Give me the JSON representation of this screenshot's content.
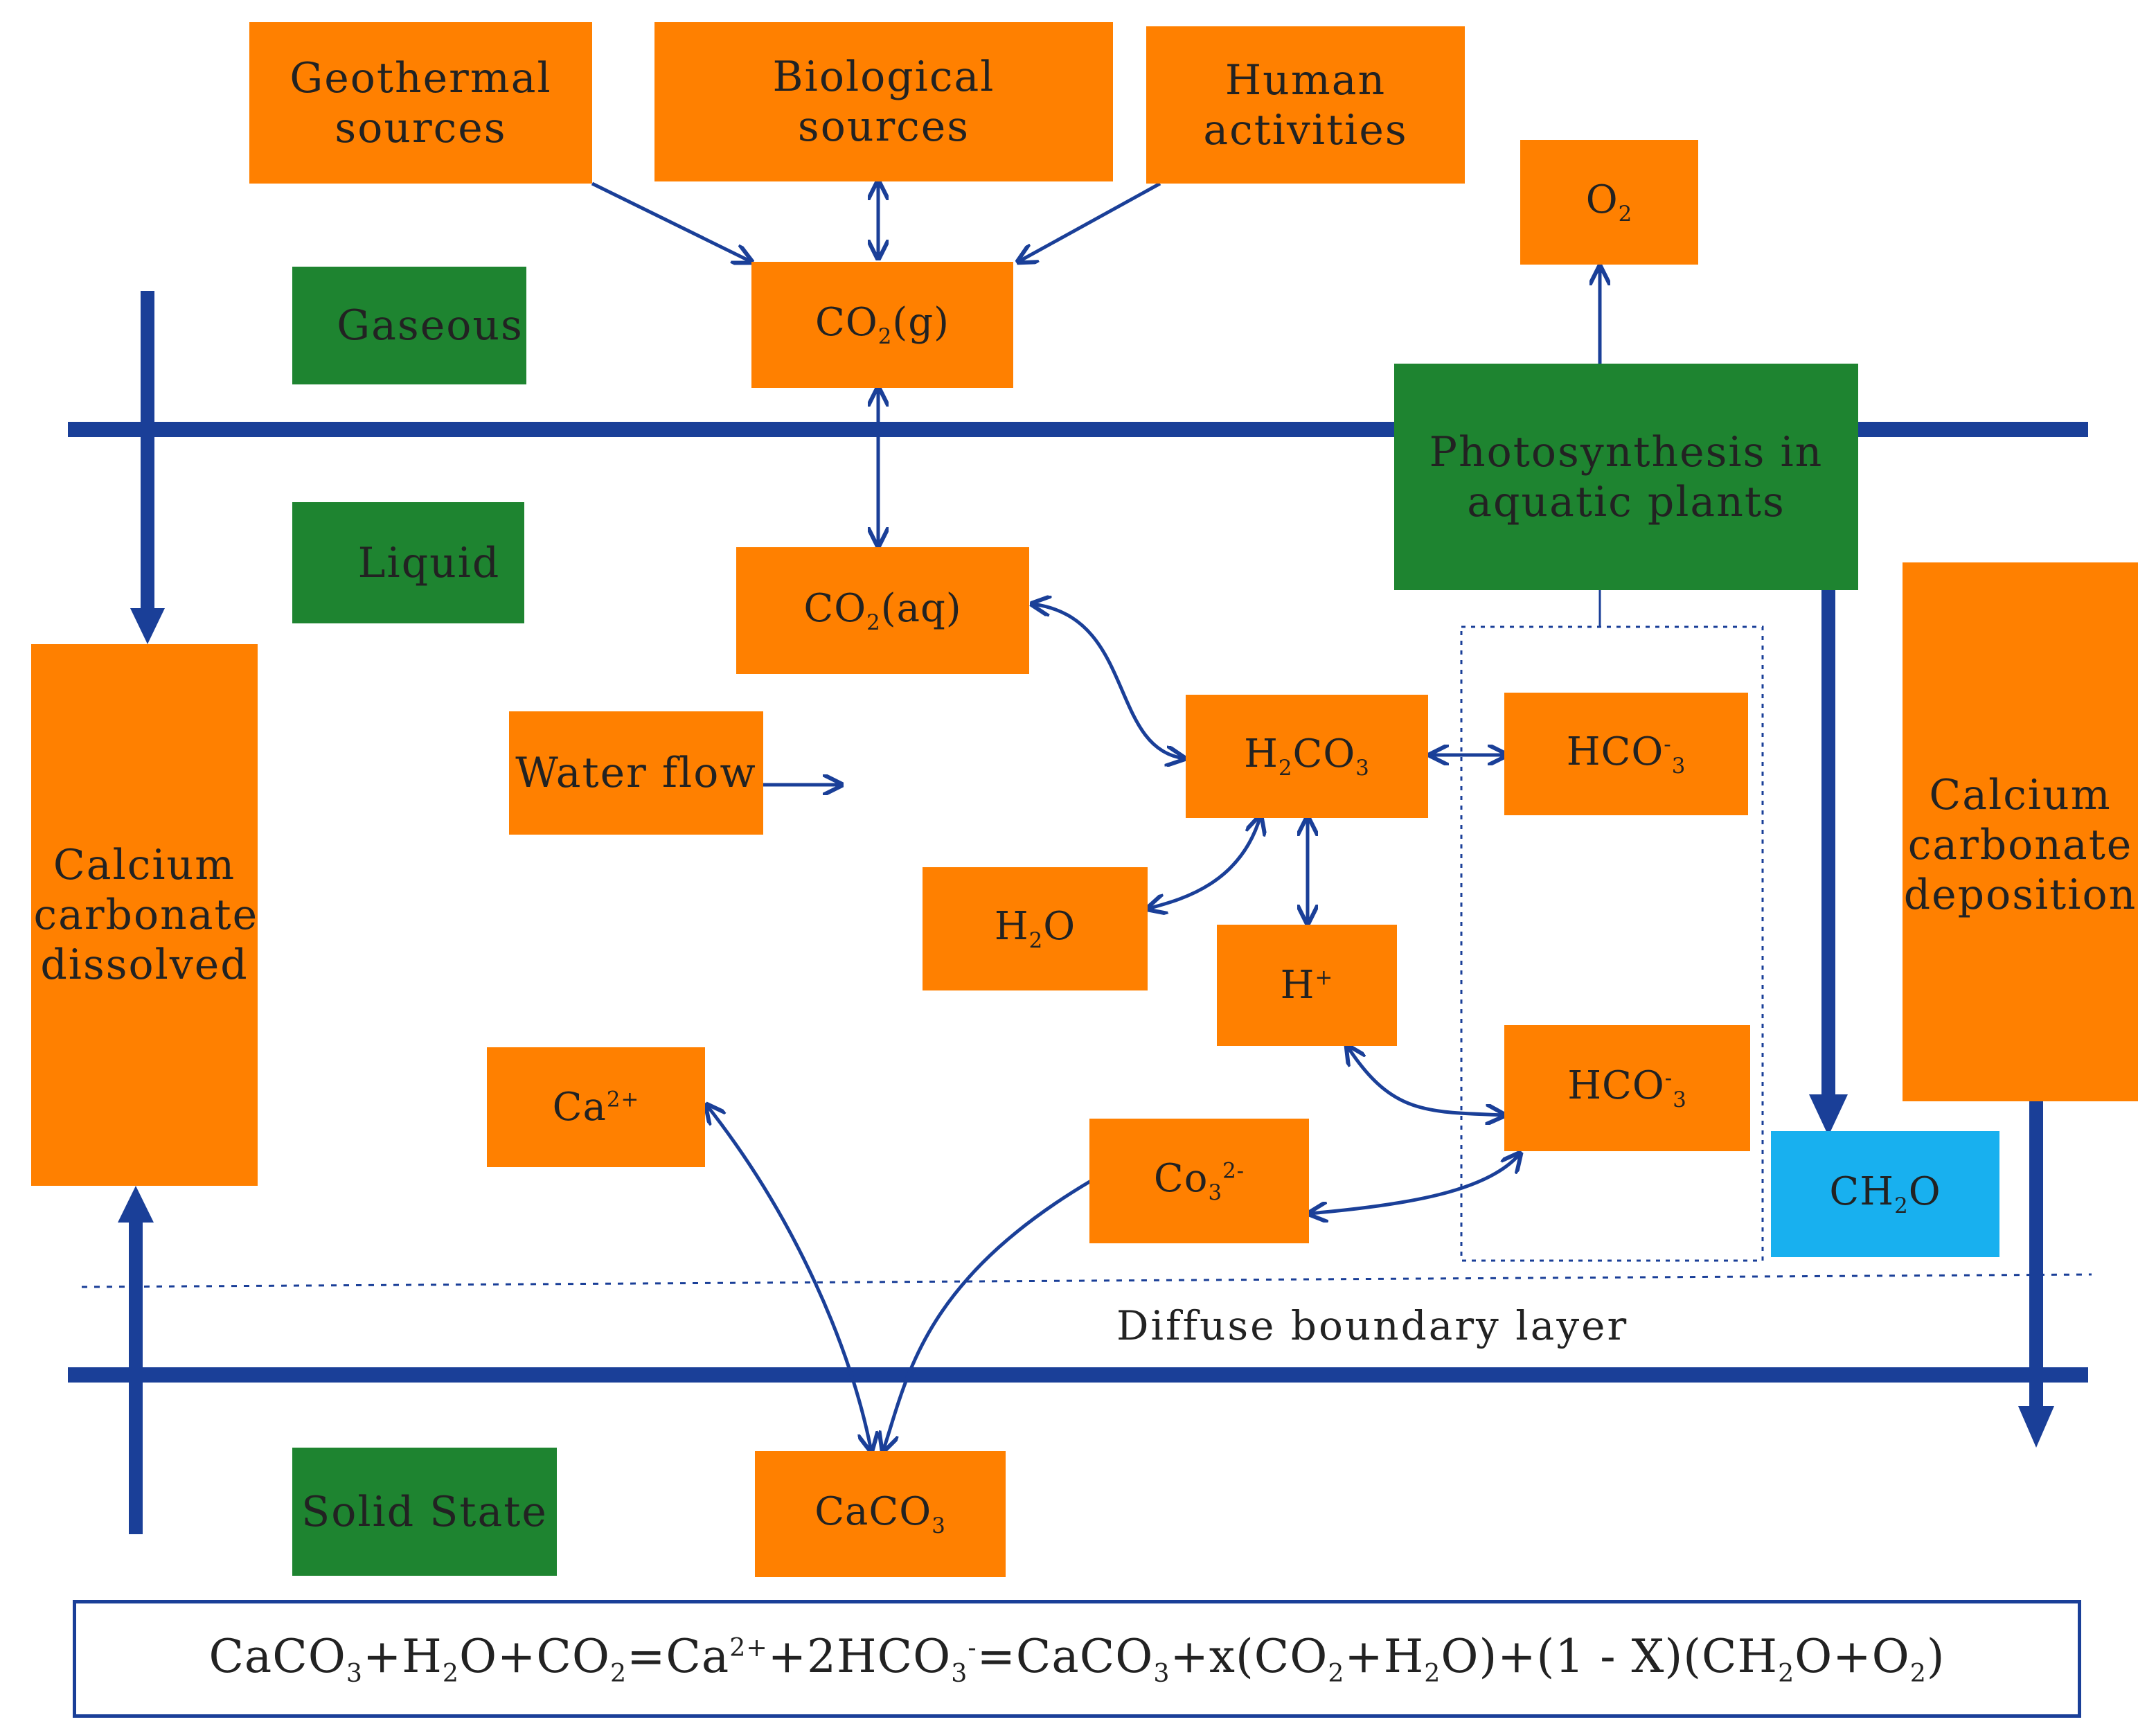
{
  "sources": {
    "geothermal": "Geothermal sources",
    "biological": "Biological sources",
    "human": "Human activities"
  },
  "phases": {
    "gaseous": "Gaseous",
    "liquid": "Liquid",
    "solid": "Solid State"
  },
  "species": {
    "o2": {
      "main": "O",
      "sub": "2"
    },
    "co2g": {
      "pre": "CO",
      "sub": "2",
      "post": "(g)"
    },
    "co2aq": {
      "pre": "CO",
      "sub": "2",
      "post": "(aq)"
    },
    "h2co3": {
      "a": "H",
      "sub1": "2",
      "b": "CO",
      "sub2": "3"
    },
    "hco3_upper": {
      "a": "HCO",
      "sup": "-",
      "sub": "3"
    },
    "hco3_lower": {
      "a": "HCO",
      "sup": "-",
      "sub": "3"
    },
    "h2o": {
      "a": "H",
      "sub": "2",
      "b": "O"
    },
    "hplus": {
      "a": "H",
      "sup": "+"
    },
    "ca": {
      "a": "Ca",
      "sup": "2+"
    },
    "co3": {
      "a": "Co",
      "sub": "3",
      "sup": "2-"
    },
    "caco3": {
      "a": "CaCO",
      "sub": "3"
    },
    "ch2o": {
      "a": "CH",
      "sub": "2",
      "b": "O"
    }
  },
  "processes": {
    "photosynthesis": "Photosynthesis in aquatic plants",
    "water_flow": "Water flow",
    "dissolved": "Calcium carbonate dissolved",
    "deposition": "Calcium carbonate deposition",
    "boundary": "Diffuse boundary layer"
  },
  "equation": {
    "p1": "CaCO",
    "s1": "3",
    "p2": "+H",
    "s2": "2",
    "p3": "O+CO",
    "s3": "2",
    "p4": "=Ca",
    "u4": "2+",
    "p5": "+2HCO",
    "s5": "3",
    "u5": "-",
    "p6": "=CaCO",
    "s6": "3",
    "p7": "+x(CO",
    "s7": "2",
    "p8": "+H",
    "s8": "2",
    "p9": "O)+(1 - X)(CH",
    "s9": "2",
    "p10": "O+O",
    "s10": "2",
    "p11": ")"
  },
  "colors": {
    "box_orange": "#ff8000",
    "phase_green": "#1e8430",
    "product_blue": "#18b0ef",
    "arrow_navy": "#1a3f98"
  }
}
